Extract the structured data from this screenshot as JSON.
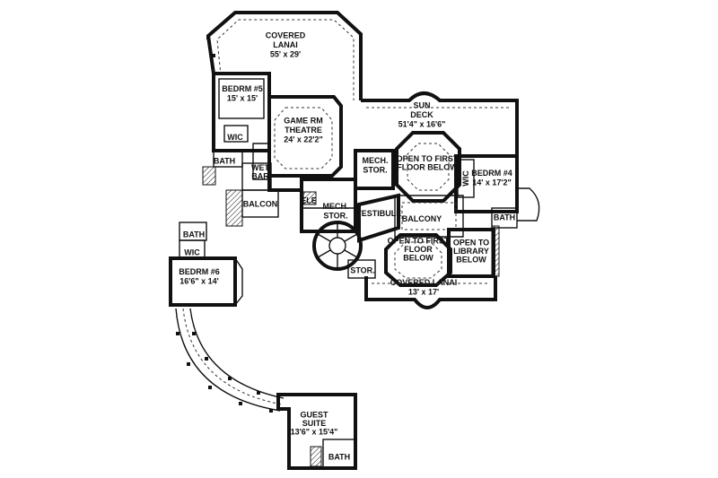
{
  "rooms": [
    {
      "id": "covered-lanai-top",
      "lines": [
        "COVERED",
        "LANAI",
        "55' x 29'"
      ]
    },
    {
      "id": "bedrm-5",
      "lines": [
        "BEDRM #5",
        "15' x 15'"
      ]
    },
    {
      "id": "wic-5",
      "lines": [
        "WIC"
      ]
    },
    {
      "id": "game-rm",
      "lines": [
        "GAME RM",
        "THEATRE",
        "24' x 22'2\""
      ]
    },
    {
      "id": "bath-5",
      "lines": [
        "BATH"
      ]
    },
    {
      "id": "wet-bar",
      "lines": [
        "WET",
        "BAR"
      ]
    },
    {
      "id": "balcon",
      "lines": [
        "BALCON"
      ]
    },
    {
      "id": "elev",
      "lines": [
        "ELE"
      ]
    },
    {
      "id": "mech-stor-1",
      "lines": [
        "MECH.",
        "STOR."
      ]
    },
    {
      "id": "mech-stor-2",
      "lines": [
        "MECH.",
        "STOR."
      ]
    },
    {
      "id": "sun-deck",
      "lines": [
        "SUN",
        "DECK",
        "51'4\" x 16'6\""
      ]
    },
    {
      "id": "open-first-1",
      "lines": [
        "OPEN TO FIRST",
        "FLOOR BELOW"
      ]
    },
    {
      "id": "wic-4",
      "lines": [
        "WIC"
      ]
    },
    {
      "id": "bedrm-4",
      "lines": [
        "BEDRM #4",
        "14' x 17'2\""
      ]
    },
    {
      "id": "bath-4",
      "lines": [
        "BATH"
      ]
    },
    {
      "id": "vestibule",
      "lines": [
        "VESTIBULE"
      ]
    },
    {
      "id": "balcony",
      "lines": [
        "BALCONY"
      ]
    },
    {
      "id": "open-first-2",
      "lines": [
        "OPEN TO FIRST",
        "FLOOR",
        "BELOW"
      ]
    },
    {
      "id": "open-library",
      "lines": [
        "OPEN TO",
        "LIBRARY",
        "BELOW"
      ]
    },
    {
      "id": "stor",
      "lines": [
        "STOR."
      ]
    },
    {
      "id": "covered-lanai-bottom",
      "lines": [
        "COVERED LANAI",
        "13' x 17'"
      ]
    },
    {
      "id": "bath-6",
      "lines": [
        "BATH"
      ]
    },
    {
      "id": "wic-6",
      "lines": [
        "WIC"
      ]
    },
    {
      "id": "bedrm-6",
      "lines": [
        "BEDRM #6",
        "16'6\" x 14'"
      ]
    },
    {
      "id": "guest-suite",
      "lines": [
        "GUEST",
        "SUITE",
        "13'6\" x 15'4\""
      ]
    },
    {
      "id": "bath-guest",
      "lines": [
        "BATH"
      ]
    }
  ]
}
